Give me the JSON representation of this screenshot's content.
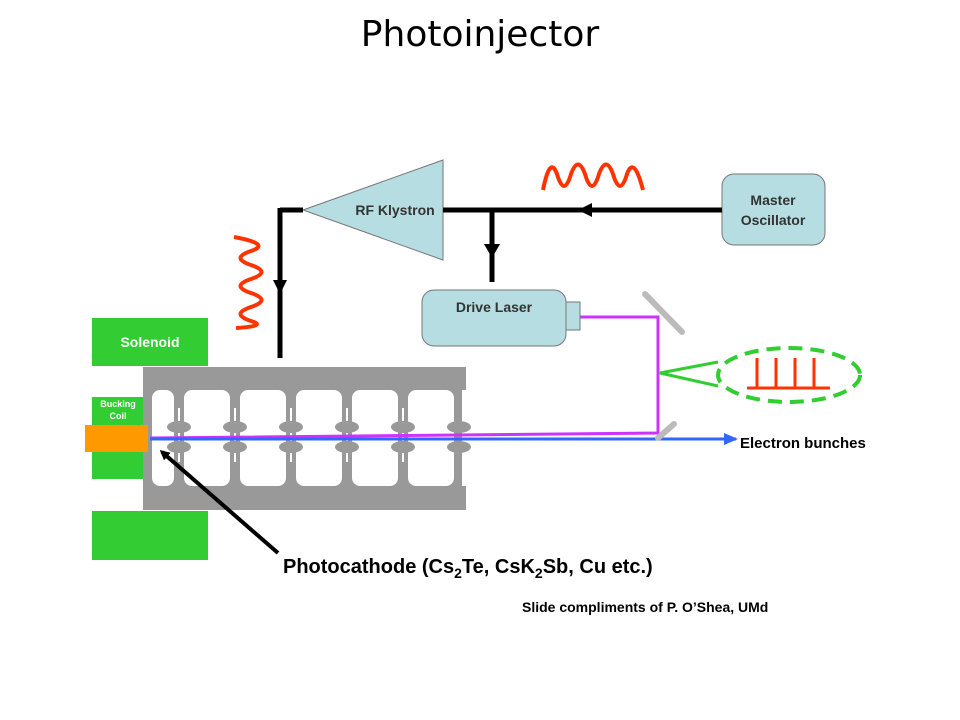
{
  "slide": {
    "title": "Photoinjector"
  },
  "labels": {
    "rf_klystron": "RF Klystron",
    "master_oscillator_line1": "Master",
    "master_oscillator_line2": "Oscillator",
    "drive_laser": "Drive Laser",
    "solenoid": "Solenoid",
    "bucking_coil_line1": "Bucking",
    "bucking_coil_line2": "Coil",
    "electron_bunches": "Electron bunches",
    "photocathode_prefix": "Photocathode (Cs",
    "photocathode_sub1": "2",
    "photocathode_mid1": "Te, CsK",
    "photocathode_sub2": "2",
    "photocathode_suffix": "Sb, Cu etc.)",
    "credit": "Slide compliments of P. O’Shea, UMd"
  },
  "colors": {
    "component_fill": "#b6dde1",
    "solenoid_green": "#33cc33",
    "cathode_orange": "#ff9900",
    "rf_wave_red": "#ff3300",
    "laser_magenta": "#cc33ff",
    "beam_blue": "#3366ff",
    "cavity_gray": "#999999",
    "dashed_green": "#33cc33"
  }
}
